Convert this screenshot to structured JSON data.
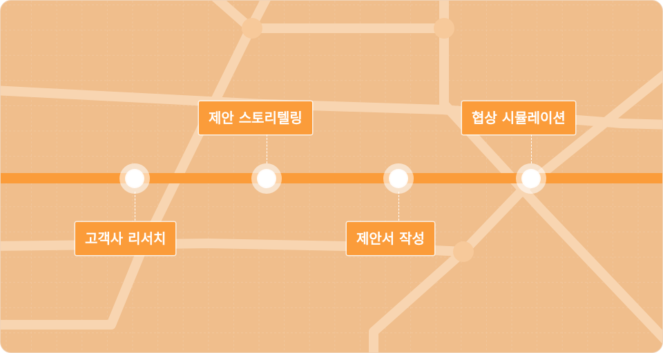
{
  "colors": {
    "background": "#fdebd9",
    "main_line": "#fb9c3a",
    "label_fill": "#fb9c3a",
    "label_text": "#ffffff",
    "background_routes": "#f6cfa6"
  },
  "steps": [
    {
      "label": "고객사 리서치"
    },
    {
      "label": "제안 스토리텔링"
    },
    {
      "label": "제안서 작성"
    },
    {
      "label": "협상 시뮬레이션"
    }
  ]
}
